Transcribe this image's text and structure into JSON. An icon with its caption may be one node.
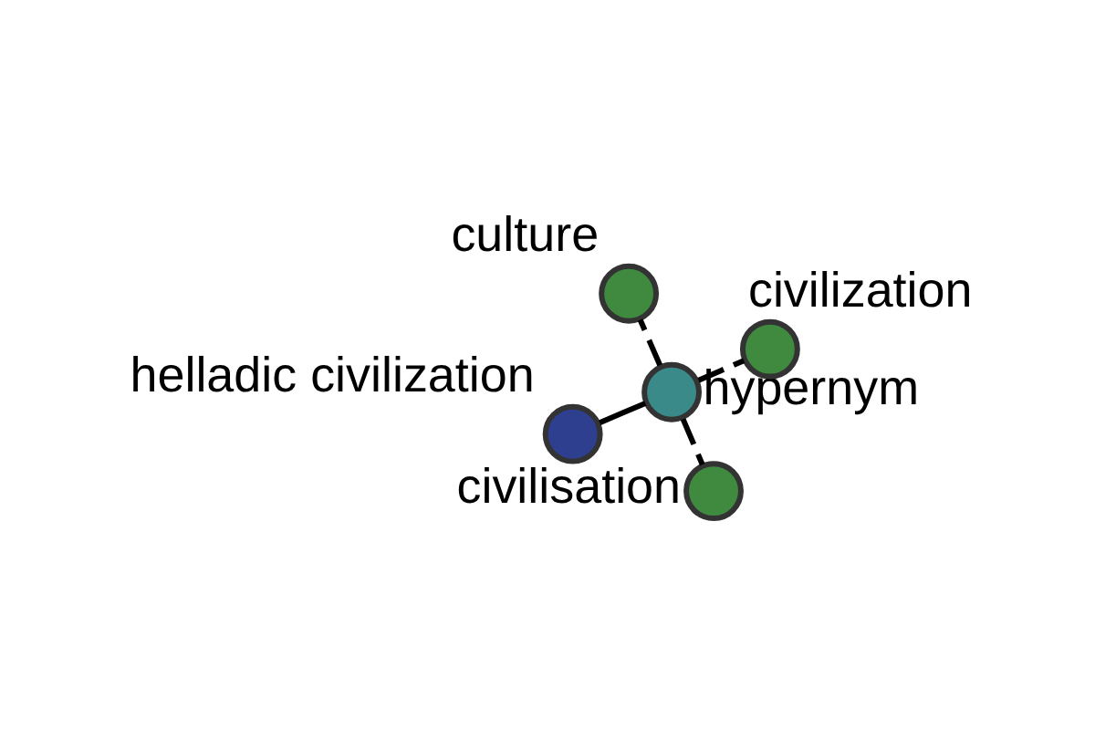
{
  "diagram": {
    "nodes": [
      {
        "text": [
          "helladic civilization"
        ]
      },
      {
        "text": [
          "hypernym"
        ]
      },
      {
        "text": [
          "civilisation"
        ]
      },
      {
        "text": [
          "culture"
        ]
      },
      {
        "text": [
          "civilization"
        ]
      }
    ],
    "edges": [
      {
        "from": 0,
        "to": 1,
        "arrow": "none"
      },
      {
        "from": 1,
        "to": 2,
        "arrow": "none",
        "style": "dashed"
      },
      {
        "from": 1,
        "to": 3,
        "arrow": "none",
        "style": "dashed"
      },
      {
        "from": 1,
        "to": 4,
        "arrow": "none",
        "style": "dashed"
      }
    ]
  }
}
